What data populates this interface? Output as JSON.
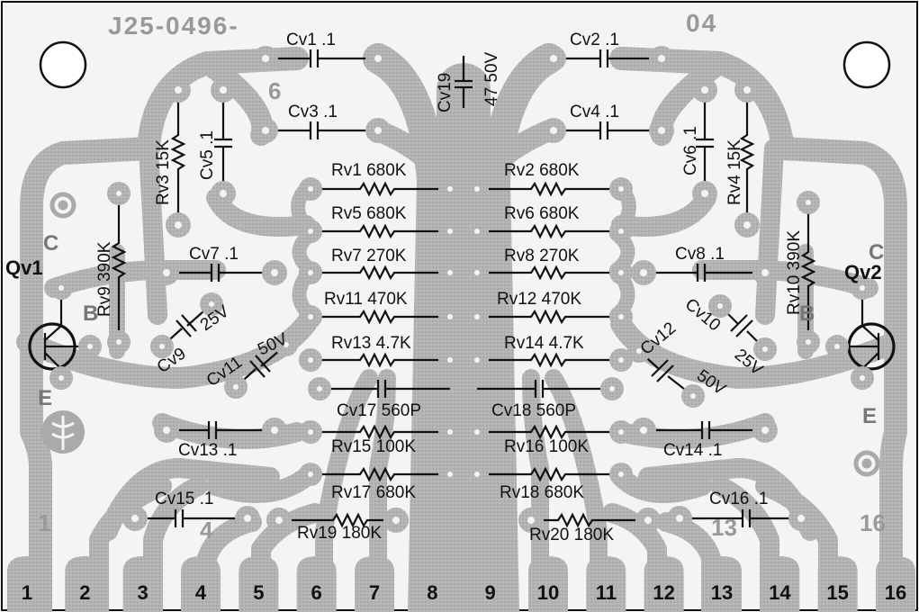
{
  "board": {
    "part_number": "J25-0496-",
    "revision": "04",
    "corner_pin_left": "1",
    "corner_pin_right": "16"
  },
  "transistors": [
    {
      "id": "qv1",
      "label": "Qv1"
    },
    {
      "id": "qv2",
      "label": "Qv2"
    }
  ],
  "terminal_letters": {
    "c": "C",
    "b": "B",
    "e": "E"
  },
  "components": [
    {
      "id": "cv1",
      "text": "Cv1  .1"
    },
    {
      "id": "cv2",
      "text": "Cv2  .1"
    },
    {
      "id": "cv3",
      "text": "Cv3  .1"
    },
    {
      "id": "cv4",
      "text": "Cv4  .1"
    },
    {
      "id": "cv5",
      "text": "Cv5  .1"
    },
    {
      "id": "cv6",
      "text": "Cv6  .1"
    },
    {
      "id": "cv7",
      "text": "Cv7  .1"
    },
    {
      "id": "cv8",
      "text": "Cv8  .1"
    },
    {
      "id": "cv9",
      "text": "Cv9"
    },
    {
      "id": "cv9v",
      "text": "25V"
    },
    {
      "id": "cv10",
      "text": "Cv10"
    },
    {
      "id": "cv10v",
      "text": "25V"
    },
    {
      "id": "cv11",
      "text": "Cv11"
    },
    {
      "id": "cv11v",
      "text": "50V"
    },
    {
      "id": "cv12",
      "text": "Cv12"
    },
    {
      "id": "cv12v",
      "text": "50V"
    },
    {
      "id": "cv13",
      "text": "Cv13  .1"
    },
    {
      "id": "cv14",
      "text": "Cv14  .1"
    },
    {
      "id": "cv15",
      "text": "Cv15  .1"
    },
    {
      "id": "cv16",
      "text": "Cv16  .1"
    },
    {
      "id": "cv17",
      "text": "Cv17  560P"
    },
    {
      "id": "cv18",
      "text": "Cv18  560P"
    },
    {
      "id": "cv19",
      "text": "Cv19"
    },
    {
      "id": "cv19v",
      "text": "47  50V"
    },
    {
      "id": "rv1",
      "text": "Rv1  680K"
    },
    {
      "id": "rv2",
      "text": "Rv2  680K"
    },
    {
      "id": "rv3",
      "text": "Rv3  15K"
    },
    {
      "id": "rv4",
      "text": "Rv4  15K"
    },
    {
      "id": "rv5",
      "text": "Rv5  680K"
    },
    {
      "id": "rv6",
      "text": "Rv6  680K"
    },
    {
      "id": "rv7",
      "text": "Rv7  270K"
    },
    {
      "id": "rv8",
      "text": "Rv8  270K"
    },
    {
      "id": "rv9",
      "text": "Rv9  390K"
    },
    {
      "id": "rv10",
      "text": "Rv10  390K"
    },
    {
      "id": "rv11",
      "text": "Rv11  470K"
    },
    {
      "id": "rv12",
      "text": "Rv12  470K"
    },
    {
      "id": "rv13",
      "text": "Rv13  4.7K"
    },
    {
      "id": "rv14",
      "text": "Rv14  4.7K"
    },
    {
      "id": "rv15",
      "text": "Rv15  100K"
    },
    {
      "id": "rv16",
      "text": "Rv16  100K"
    },
    {
      "id": "rv17",
      "text": "Rv17  680K"
    },
    {
      "id": "rv18",
      "text": "Rv18  680K"
    },
    {
      "id": "rv19",
      "text": "Rv19  180K"
    },
    {
      "id": "rv20",
      "text": "Rv20  180K"
    }
  ],
  "silk_numbers": [
    "6",
    "4",
    "13"
  ],
  "edge_pins": [
    "1",
    "2",
    "3",
    "4",
    "5",
    "6",
    "7",
    "8",
    "9",
    "10",
    "11",
    "12",
    "13",
    "14",
    "15",
    "16"
  ],
  "colors": {
    "substrate": "#f4f4f4",
    "copper": "#b2b2b2",
    "copper_dark": "#a6a6a6",
    "ink": "#111111"
  }
}
